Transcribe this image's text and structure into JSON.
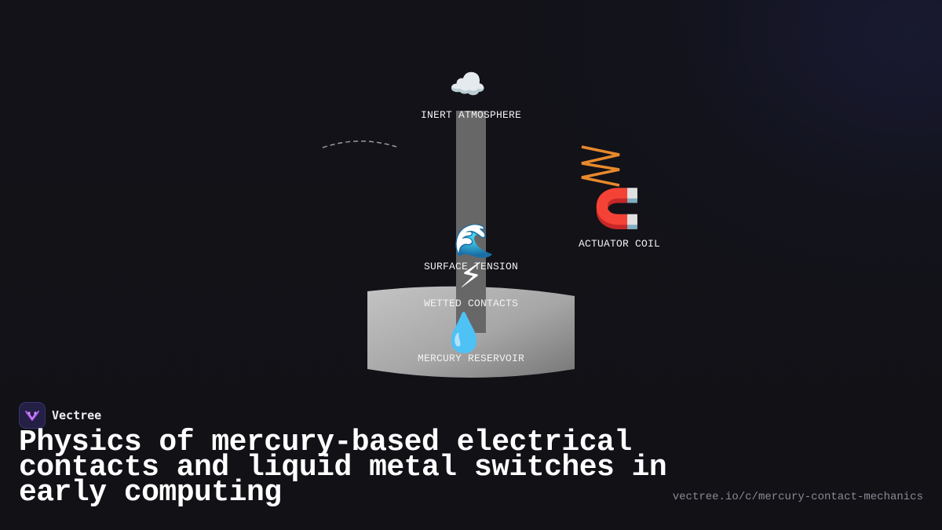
{
  "diagram": {
    "nodes": {
      "inert_atmosphere": {
        "label": "INERT ATMOSPHERE",
        "icon": "cloud-icon"
      },
      "actuator_coil": {
        "label": "ACTUATOR COIL",
        "icon": "magnet-icon"
      },
      "surface_tension": {
        "label": "SURFACE TENSION",
        "icon": "wave-icon"
      },
      "wetted_contacts": {
        "label": "WETTED CONTACTS",
        "icon": "lightning-icon"
      },
      "mercury_reservoir": {
        "label": "MERCURY RESERVOIR",
        "icon": "droplet-icon"
      }
    },
    "colors": {
      "coil": "#e8892c",
      "reservoir_light": "#bdbdbd",
      "reservoir_dark": "#7a7a7a",
      "tube": "#6a6a6a",
      "dashed_arc": "#9a9aa0"
    }
  },
  "brand": {
    "name": "Vectree",
    "logo_color": "#b45cf0"
  },
  "footer": {
    "title": "Physics of mercury-based electrical contacts and liquid metal switches in early computing",
    "url": "vectree.io/c/mercury-contact-mechanics"
  }
}
